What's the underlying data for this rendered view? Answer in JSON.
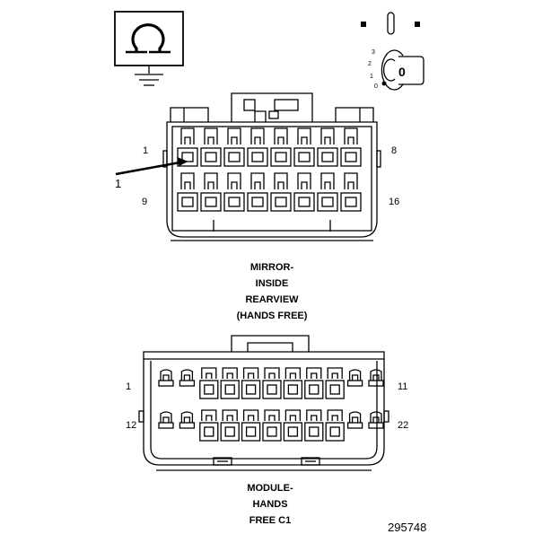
{
  "connector_top": {
    "name_lines": [
      "MIRROR-",
      "INSIDE",
      "REARVIEW",
      "(HANDS FREE)"
    ],
    "pin_top_left": "1",
    "pin_top_right": "8",
    "pin_bottom_left": "9",
    "pin_bottom_right": "16",
    "callout": "1"
  },
  "connector_bottom": {
    "name_lines": [
      "MODULE-",
      "HANDS",
      "FREE C1"
    ],
    "pin_top_left": "1",
    "pin_top_right": "11",
    "pin_bottom_left": "12",
    "pin_bottom_right": "22"
  },
  "ignition_symbol": {
    "positions": [
      "3",
      "2",
      "1",
      "0"
    ],
    "key_label": "0"
  },
  "ground_symbol": "omega-ground-icon",
  "document_number": "295748"
}
